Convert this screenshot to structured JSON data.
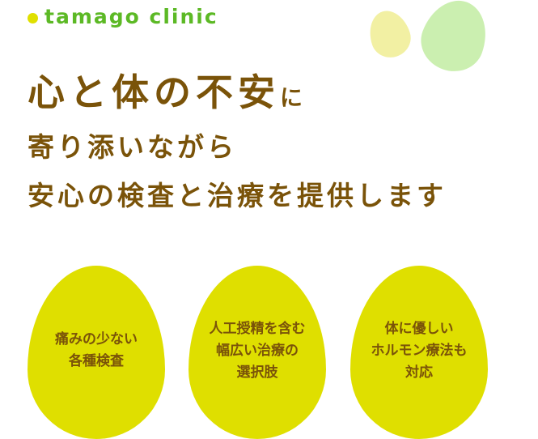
{
  "brand": {
    "name": "tamago clinic",
    "dot_color": "#e0e000",
    "text_color": "#5cb925"
  },
  "decorations": {
    "egg_yellow_color": "#f2f0a3",
    "egg_green_color": "#cbefb0"
  },
  "headline": {
    "line1_main": "心と体の不安",
    "line1_suffix": "に",
    "line2": "寄り添いながら",
    "line3": "安心の検査と治療を提供します",
    "color": "#7a5309"
  },
  "features": [
    {
      "text": "痛みの少ない\n各種検査"
    },
    {
      "text": "人工授精を含む\n幅広い治療の\n選択肢"
    },
    {
      "text": "体に優しい\nホルモン療法も\n対応"
    }
  ],
  "feature_egg_color": "#dfdf00"
}
